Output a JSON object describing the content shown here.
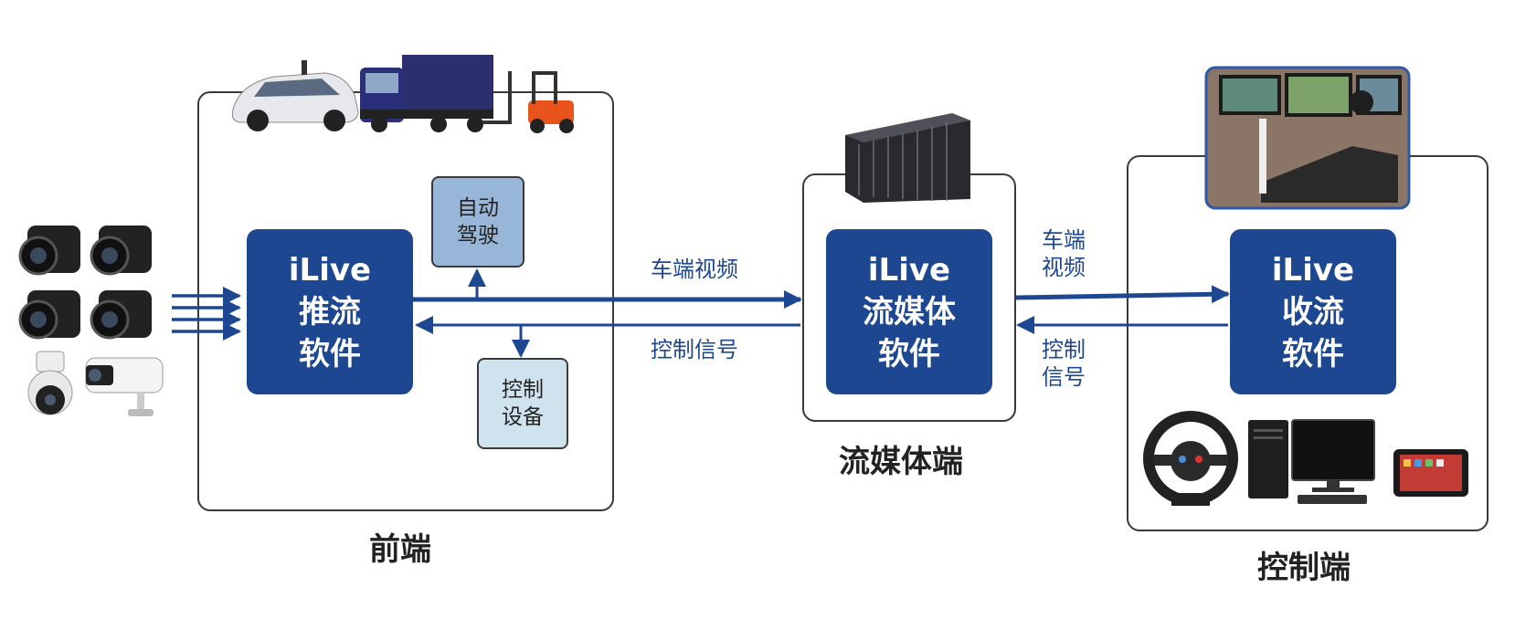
{
  "front": {
    "caption": "前端",
    "ilive_box": [
      "iLive",
      "推流",
      "软件"
    ],
    "autodrive_box": [
      "自动",
      "驾驶"
    ],
    "control_device_box": [
      "控制",
      "设备"
    ]
  },
  "media": {
    "caption": "流媒体端",
    "ilive_box": [
      "iLive",
      "流媒体",
      "软件"
    ]
  },
  "control": {
    "caption": "控制端",
    "ilive_box": [
      "iLive",
      "收流",
      "软件"
    ]
  },
  "links": {
    "front_to_media_top": "车端视频",
    "front_to_media_bottom": "控制信号",
    "media_to_control_top": [
      "车端",
      "视频"
    ],
    "media_to_control_bottom": [
      "控制",
      "信号"
    ]
  },
  "colors": {
    "accent_blue": "#1e4791",
    "autodrive_fill": "#98b6d8",
    "control_device_fill": "#cfe3ee",
    "frame_border": "#3a3a3a"
  }
}
